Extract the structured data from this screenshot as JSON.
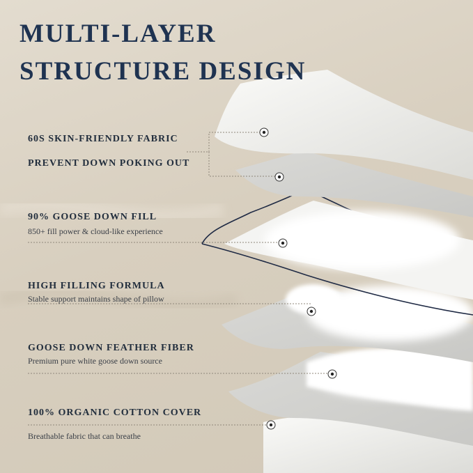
{
  "heading": {
    "line1": "MULTI-LAYER",
    "line2": "STRUCTURE DESIGN"
  },
  "layers": [
    {
      "title": "60S SKIN-FRIENDLY FABRIC",
      "subtitle": ""
    },
    {
      "title": "PREVENT DOWN POKING OUT",
      "subtitle": ""
    },
    {
      "title": "90% GOOSE DOWN FILL",
      "subtitle": "850+ fill power & cloud-like experience"
    },
    {
      "title": "HIGH FILLING FORMULA",
      "subtitle": "Stable support maintains shape of pillow"
    },
    {
      "title": "GOOSE DOWN FEATHER FIBER",
      "subtitle": "Premium pure white goose down source"
    },
    {
      "title": "100% ORGANIC COTTON COVER",
      "subtitle": "Breathable fabric that can breathe"
    }
  ],
  "colors": {
    "heading": "#1f3351",
    "background": "#dcd3c4",
    "fabric": "#f1f0ee",
    "down": "#ffffff",
    "piping": "#1f2a44"
  }
}
